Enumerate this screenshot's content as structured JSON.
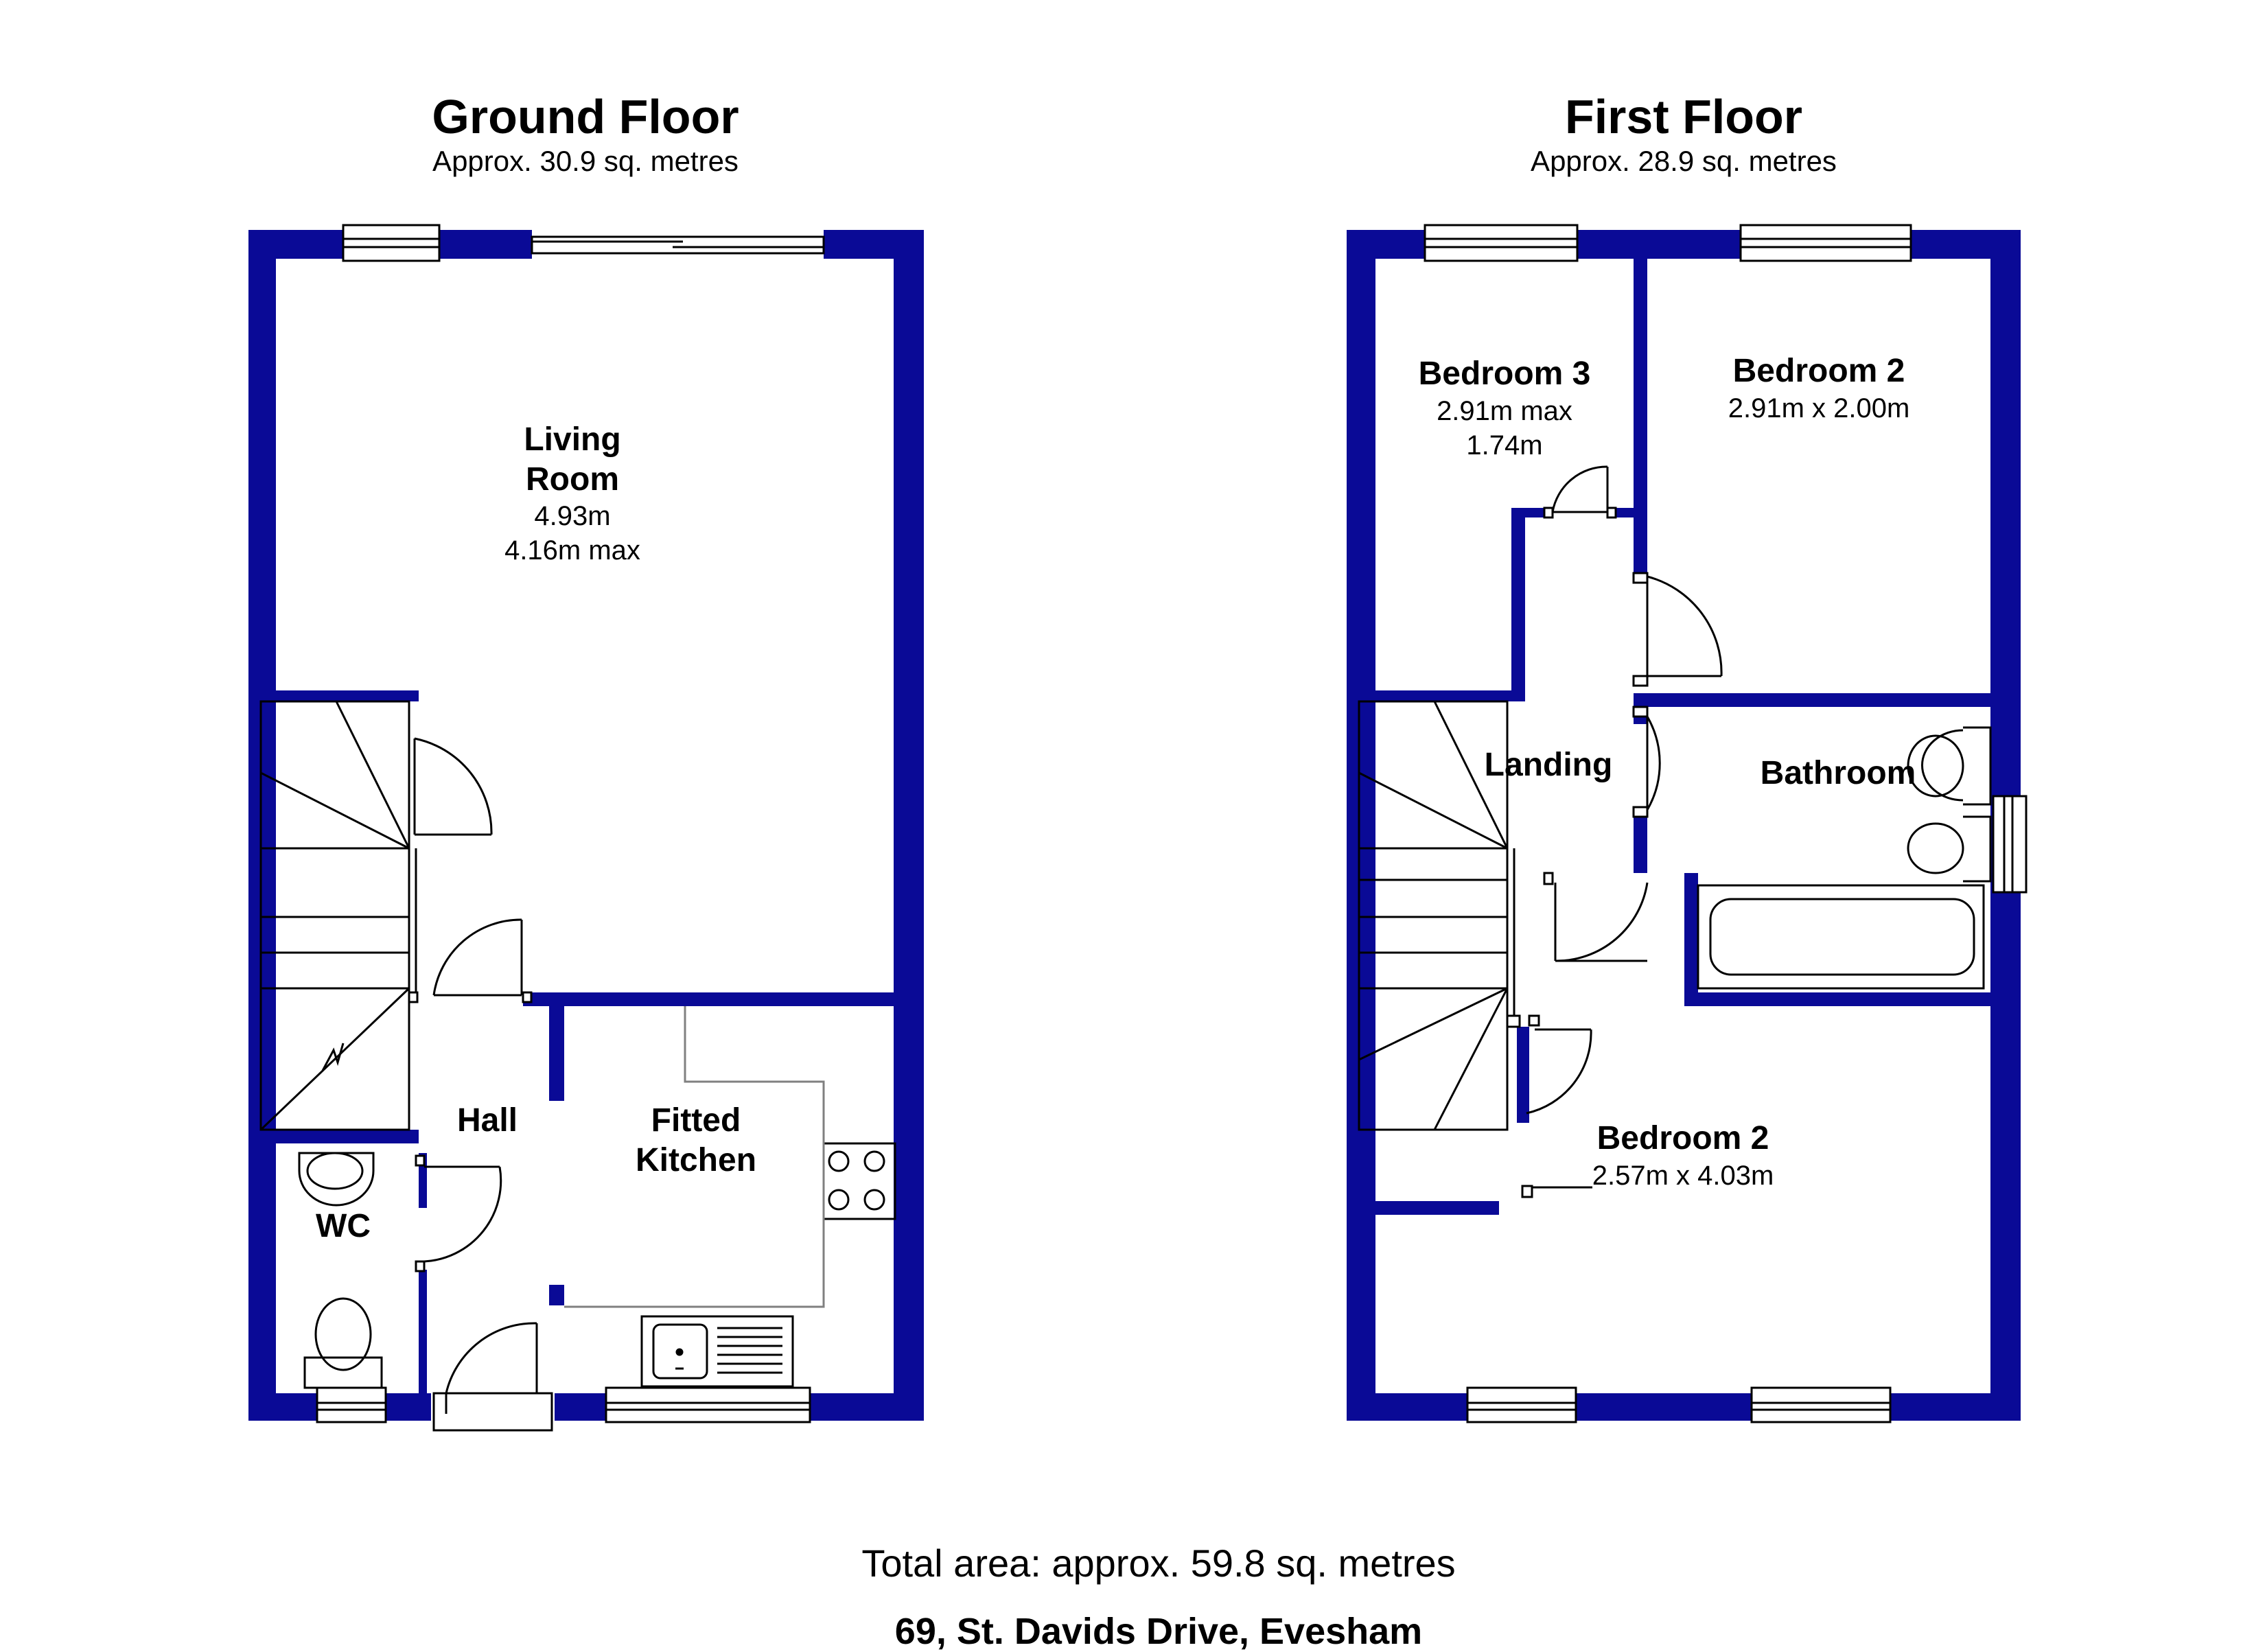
{
  "ground_floor": {
    "title": "Ground Floor",
    "area": "Approx.  30.9 sq. metres",
    "rooms": {
      "living_room": {
        "name": [
          "Living",
          "Room"
        ],
        "dims": [
          "4.93m",
          "4.16m max"
        ]
      },
      "hall": {
        "name": [
          "Hall"
        ]
      },
      "kitchen": {
        "name": [
          "Fitted",
          "Kitchen"
        ]
      },
      "wc": {
        "name": [
          "WC"
        ]
      }
    }
  },
  "first_floor": {
    "title": "First Floor",
    "area": "Approx.  28.9 sq. metres",
    "rooms": {
      "bedroom_3": {
        "name": [
          "Bedroom 3"
        ],
        "dims": [
          "2.91m max",
          "1.74m"
        ]
      },
      "bedroom_2_rear": {
        "name": [
          "Bedroom 2"
        ],
        "dims": [
          "2.91m x 2.00m"
        ]
      },
      "landing": {
        "name": [
          "Landing"
        ]
      },
      "bathroom": {
        "name": [
          "Bathroom"
        ]
      },
      "bedroom_2_front": {
        "name": [
          "Bedroom 2"
        ],
        "dims": [
          "2.57m x 4.03m"
        ]
      }
    }
  },
  "footer": {
    "total_area": "Total area: approx.  59.8 sq. metres",
    "address": "69, St. Davids Drive, Evesham"
  },
  "colors": {
    "wall": "#0a0a96",
    "line": "#000000",
    "fixture": "#808080"
  }
}
